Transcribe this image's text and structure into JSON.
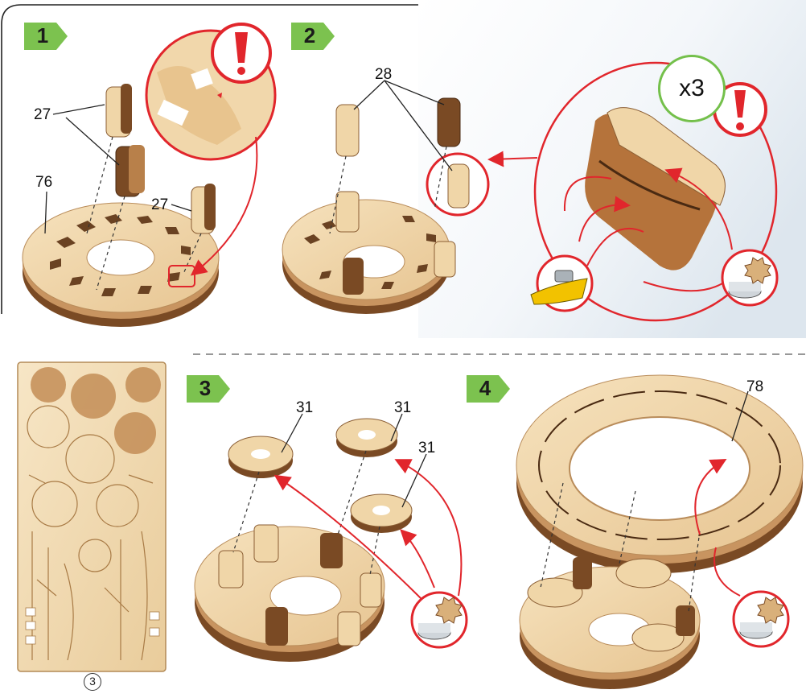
{
  "steps": [
    {
      "number": "1"
    },
    {
      "number": "2"
    },
    {
      "number": "3"
    },
    {
      "number": "4"
    }
  ],
  "callouts": {
    "step1_top": "27",
    "step1_right": "27",
    "step1_base": "76",
    "step2_top": "28",
    "step3_left": "31",
    "step3_mid": "31",
    "step3_right": "31",
    "step4_ring": "78"
  },
  "multiplier": "x3",
  "sheet_number": "3",
  "colors": {
    "step_badge": "#7cc24f",
    "warning": "#e1262c",
    "arrow": "#e1262c",
    "wood_light": "#f0d6a8",
    "wood_mid": "#d9b07a",
    "wood_dark": "#7a4a24",
    "multiplier_ring": "#74c04b",
    "glue": "#f2c200"
  },
  "icons": [
    "warning-icon",
    "glue-bottle-icon",
    "sanding-tape-icon",
    "wax-icon",
    "gear-icon"
  ]
}
